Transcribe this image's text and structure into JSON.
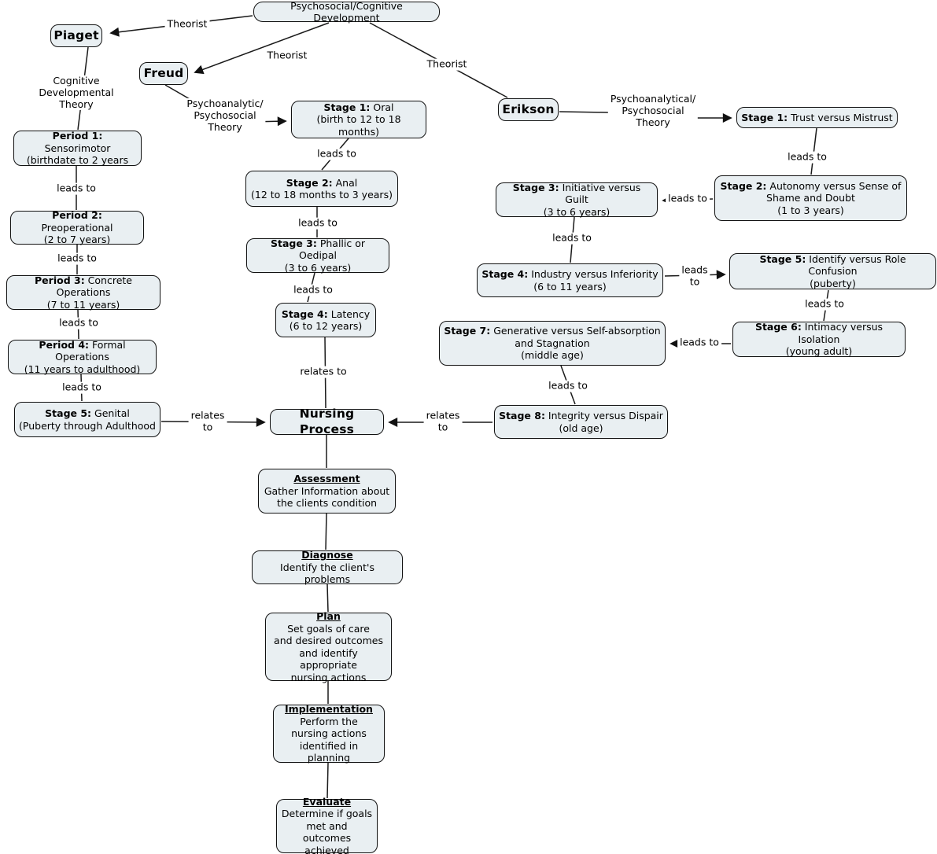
{
  "root": {
    "text": "Psychosocial/Cognitive Development"
  },
  "theorists": {
    "piaget": "Piaget",
    "freud": "Freud",
    "erikson": "Erikson"
  },
  "edge_labels": {
    "theorist": "Theorist",
    "cognitive_theory": "Cognitive\nDevelopmental\nTheory",
    "freud_theory": "Psychoanalytic/\nPsychosocial\nTheory",
    "erikson_theory": "Psychoanalytical/\nPsychosocial\nTheory",
    "leads_to": "leads to",
    "leads_to_2line": "leads\nto",
    "relates_to": "relates to",
    "relates_to_2line": "relates\nto"
  },
  "piaget_chain": [
    {
      "label": "Period 1:",
      "text": " Sensorimotor",
      "sub": "(birthdate to 2 years"
    },
    {
      "label": "Period 2:",
      "text": " Preoperational",
      "sub": "(2 to 7 years)"
    },
    {
      "label": "Period 3:",
      "text": " Concrete Operations",
      "sub": "(7 to 11 years)"
    },
    {
      "label": "Period 4:",
      "text": " Formal Operations",
      "sub": "(11 years to adulthood)"
    },
    {
      "label": "Stage 5:",
      "text": " Genital",
      "sub": "(Puberty through Adulthood"
    }
  ],
  "freud_chain": [
    {
      "label": "Stage 1:",
      "text": " Oral",
      "sub": "(birth to 12 to 18 months)"
    },
    {
      "label": "Stage 2:",
      "text": " Anal",
      "sub": "(12 to 18 months to 3 years)"
    },
    {
      "label": "Stage 3:",
      "text": " Phallic or Oedipal",
      "sub": "(3 to 6 years)"
    },
    {
      "label": "Stage 4:",
      "text": " Latency",
      "sub": "(6 to 12 years)"
    }
  ],
  "erikson_chain": [
    {
      "label": "Stage 1:",
      "text": " Trust versus Mistrust",
      "sub": ""
    },
    {
      "label": "Stage 2:",
      "text": " Autonomy versus Sense of",
      "sub": "Shame and Doubt\n(1 to 3 years)"
    },
    {
      "label": "Stage 3:",
      "text": " Initiative versus Guilt",
      "sub": "(3 to 6 years)"
    },
    {
      "label": "Stage 4:",
      "text": " Industry versus Inferiority",
      "sub": "(6 to 11 years)"
    },
    {
      "label": "Stage 5:",
      "text": " Identify versus Role Confusion",
      "sub": "(puberty)"
    },
    {
      "label": "Stage 6:",
      "text": " Intimacy versus Isolation",
      "sub": "(young adult)"
    },
    {
      "label": "Stage 7:",
      "text": " Generative versus Self-absorption",
      "sub": "and Stagnation\n(middle age)"
    },
    {
      "label": "Stage 8:",
      "text": " Integrity versus Dispair",
      "sub": "(old age)"
    }
  ],
  "nursing": {
    "title": "Nursing Process",
    "steps": [
      {
        "title": "Assessment",
        "body": "Gather Information about\nthe clients condition"
      },
      {
        "title": "Diagnose",
        "body": "Identify the client's problems"
      },
      {
        "title": "Plan",
        "body": "Set goals of care\nand desired outcomes\nand identify appropriate\nnursing actions"
      },
      {
        "title": "Implementation",
        "body": "Perform the\nnursing actions\nidentified in planning"
      },
      {
        "title": "Evaluate",
        "body": "Determine if goals\nmet and outcomes\nachieved"
      }
    ]
  },
  "colors": {
    "node_fill": "#e9eff2",
    "node_border": "#111111",
    "line": "#1a1a1a",
    "background": "#ffffff"
  }
}
